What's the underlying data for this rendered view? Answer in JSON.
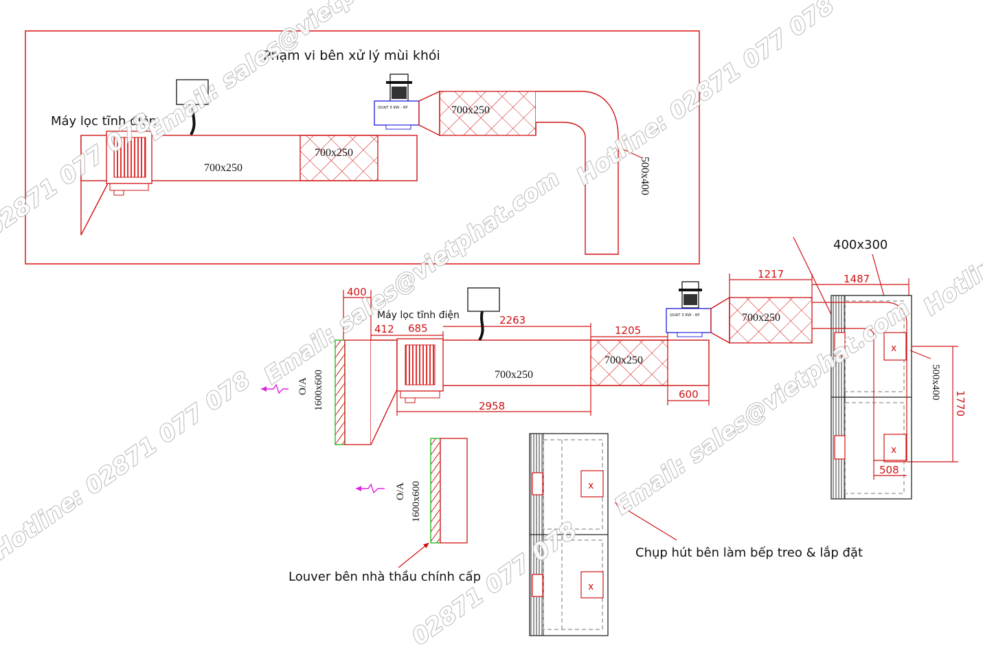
{
  "labels": {
    "smoke_scope": "Phạm vi bên xử lý mùi khói",
    "filter_top": "Máy lọc tĩnh điện",
    "filter_bottom": "Máy lọc tĩnh điện",
    "hood_note": "Chụp hút bên làm bếp treo & lắp đặt",
    "louver_note": "Louver bên nhà thầu chính cấp"
  },
  "top_view": {
    "duct_main": "700x250",
    "duct_filter": "700x250",
    "duct_after_fan": "700x250",
    "duct_riser": "500x400",
    "fan_label": "QUẠT 3 KW - 6P"
  },
  "bottom_view": {
    "duct_main": "700x250",
    "duct_filter": "700x250",
    "duct_after_fan": "700x250",
    "duct_hood": "500x400",
    "duct_hood_top": "400x300",
    "fan_label": "QUẠT 3 KW - 6P",
    "oa_1": "O/A",
    "oa_1_size": "1600x600",
    "oa_2": "O/A",
    "oa_2_size": "1600x600",
    "dims": {
      "d400": "400",
      "d412": "412",
      "d685": "685",
      "d2263": "2263",
      "d1205": "1205",
      "d2958": "2958",
      "d600": "600",
      "d1217": "1217",
      "d1487": "1487",
      "d1770": "1770",
      "d508": "508"
    }
  },
  "watermarks": {
    "email": "Email: sales@vietphat.com",
    "hotline": "Hotline: 02871 077 078",
    "phone": "02871 077 078"
  },
  "colors": {
    "line_red": "#d01010",
    "frame_red": "#e02020",
    "fan_blue": "#2a2ae0",
    "louver_green": "#22bb22",
    "arrow_magenta": "#e020e0"
  }
}
